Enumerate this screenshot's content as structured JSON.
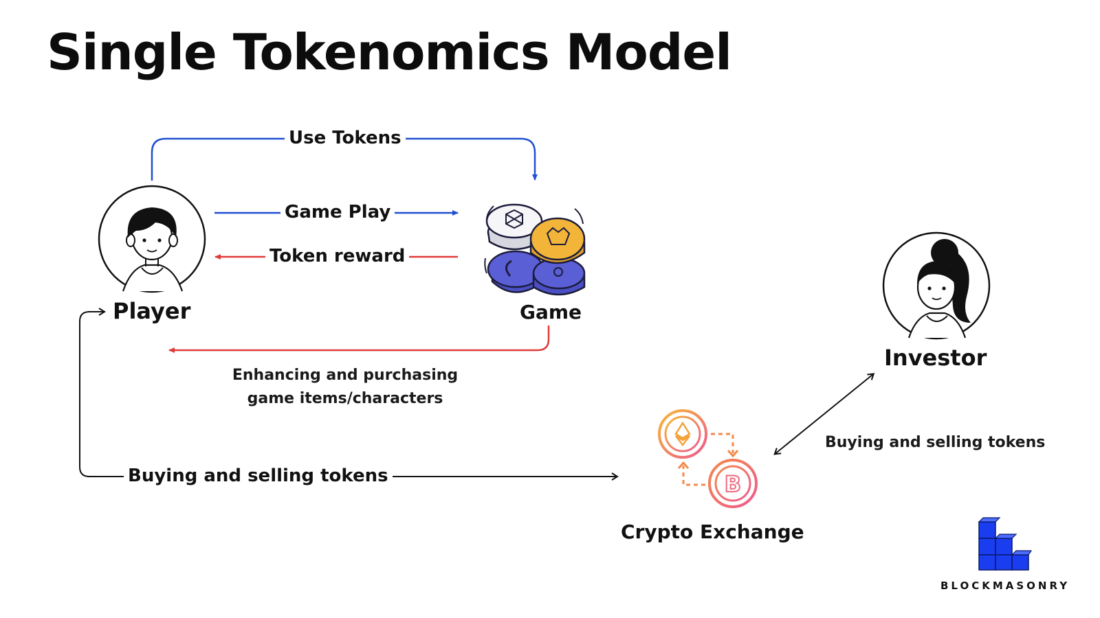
{
  "title": "Single Tokenomics Model",
  "nodes": {
    "player": "Player",
    "game": "Game",
    "investor": "Investor",
    "exchange": "Crypto Exchange"
  },
  "edges": {
    "use_tokens": "Use Tokens",
    "game_play": "Game Play",
    "token_reward": "Token reward",
    "enhancing_line1": "Enhancing and purchasing",
    "enhancing_line2": "game items/characters",
    "player_exchange": "Buying and selling tokens",
    "investor_exchange": "Buying and selling tokens"
  },
  "logo": {
    "name": "BLOCKMASONRY"
  },
  "colors": {
    "blue_arrow": "#1f4fd1",
    "red_arrow": "#e03a3a",
    "black_arrow": "#111111",
    "coin_blue": "#5a5fd6",
    "coin_gold": "#f2b53a",
    "coin_white": "#eeeeee",
    "logo_blue": "#1a3df0",
    "exchange_gradient_start": "#f7b733",
    "exchange_gradient_end": "#ee5a8f"
  },
  "icons": [
    "player-avatar-icon",
    "investor-avatar-icon",
    "game-coins-icon",
    "crypto-exchange-icon",
    "blockmasonry-logo-icon"
  ]
}
